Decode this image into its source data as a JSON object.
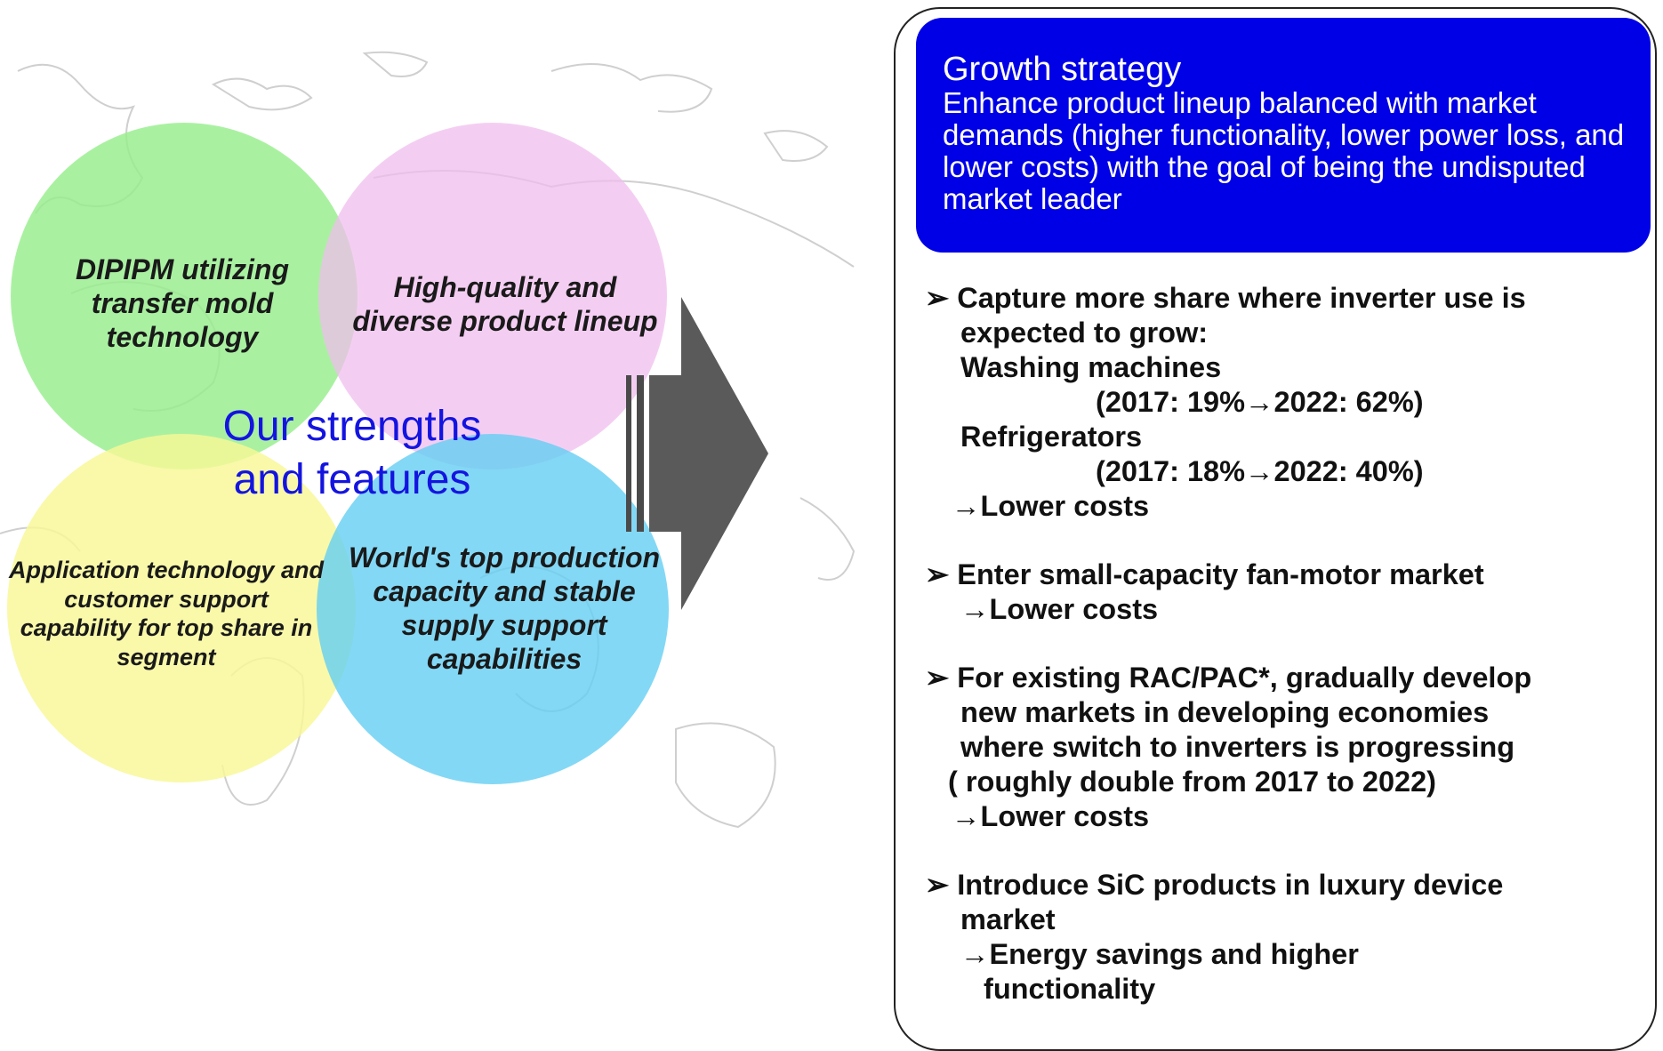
{
  "banner": {
    "title": "Growth strategy",
    "text": "Enhance product lineup balanced with market demands (higher functionality, lower power loss, and lower costs) with the goal of being the undisputed market leader",
    "color": "#0000e6"
  },
  "center_title": {
    "line1": "Our strengths",
    "line2": "and features",
    "color": "#1414e0"
  },
  "circles": [
    {
      "name": "green",
      "color": "#a8f0a0",
      "label_lines": [
        "DIPIPM utilizing",
        "transfer mold",
        "technology"
      ]
    },
    {
      "name": "pink",
      "color": "#f2c8f0",
      "label_lines": [
        "High-quality and",
        "diverse product lineup"
      ]
    },
    {
      "name": "yellow",
      "color": "#f8f8a0",
      "label_lines": [
        "Application technology and",
        "customer support",
        "capability for top share in",
        "segment"
      ]
    },
    {
      "name": "blue",
      "color": "#70d4f4",
      "label_lines": [
        "World's top production",
        "capacity and stable",
        "supply support",
        "capabilities"
      ]
    }
  ],
  "bullet_marker": "➢",
  "bullets": [
    {
      "lines": [
        "Capture more share where inverter use is",
        "expected to grow:",
        "Washing machines",
        "(2017: 19%→2022: 62%)",
        "Refrigerators",
        "(2017: 18%→2022: 40%)",
        "→Lower costs"
      ]
    },
    {
      "lines": [
        "Enter small-capacity fan-motor market",
        "→Lower costs"
      ]
    },
    {
      "lines": [
        "For existing RAC/PAC*, gradually develop",
        "new markets in developing economies",
        "where switch to inverters is progressing",
        "( roughly double from 2017 to 2022)",
        "→Lower costs"
      ]
    },
    {
      "lines": [
        "Introduce SiC products in luxury device",
        "market",
        "→Energy savings and higher",
        "functionality"
      ]
    }
  ]
}
